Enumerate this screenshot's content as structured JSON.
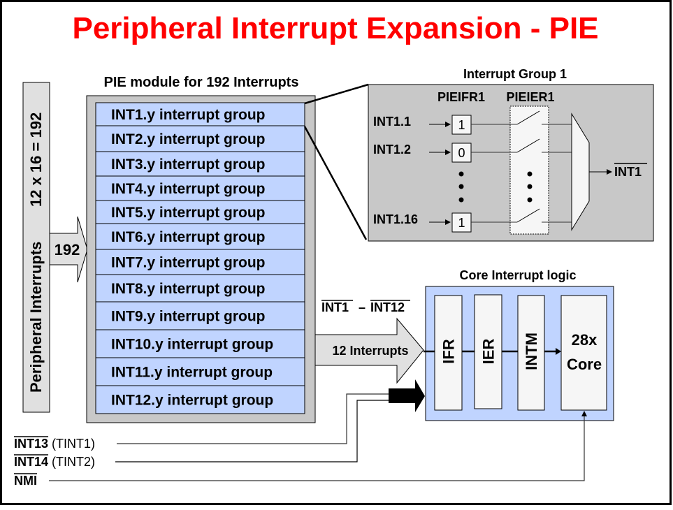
{
  "title": "Peripheral Interrupt Expansion - PIE",
  "colors": {
    "title": "#ff0000",
    "pie_outer": "#c8c8c8",
    "group_row": "#c0d4ff",
    "group_box": "#c8c8c8",
    "core_box": "#c0d4ff",
    "register": "#f6f6f6",
    "arrow_fill": "#e0e0e0",
    "black_arrow": "#000000"
  },
  "peripheral_bar": {
    "label_main": "Peripheral Interrupts",
    "label_formula": "12 x 16 = 192",
    "arrow_label": "192"
  },
  "pie_module": {
    "heading": "PIE module for 192 Interrupts",
    "rows": [
      "INT1.y interrupt group",
      "INT2.y interrupt group",
      "INT3.y interrupt group",
      "INT4.y interrupt group",
      "INT5.y interrupt group",
      "INT6.y interrupt group",
      "INT7.y interrupt group",
      "INT8.y interrupt group",
      "INT9.y interrupt group",
      "INT10.y interrupt group",
      "INT11.y interrupt group",
      "INT12.y interrupt group"
    ]
  },
  "group1": {
    "heading": "Interrupt Group 1",
    "flag_register": "PIEIFR1",
    "enable_register": "PIEIER1",
    "inputs": [
      {
        "label": "INT1.1",
        "flag": "1"
      },
      {
        "label": "INT1.2",
        "flag": "0"
      },
      {
        "label": "INT1.16",
        "flag": "1"
      }
    ],
    "ellipsis": "•",
    "output": "INT1"
  },
  "bus": {
    "label_from": "INT1",
    "label_dash": "–",
    "label_to": "INT12",
    "arrow_label": "12 Interrupts"
  },
  "core_logic": {
    "heading": "Core Interrupt logic",
    "registers": [
      "IFR",
      "IER",
      "INTM"
    ],
    "core_line1": "28x",
    "core_line2": "Core"
  },
  "external_inputs": [
    {
      "name": "INT13",
      "note": "(TINT1)",
      "overbar": true
    },
    {
      "name": "INT14",
      "note": "(TINT2)",
      "overbar": true
    },
    {
      "name": "NMI",
      "note": "",
      "overbar": true
    }
  ]
}
